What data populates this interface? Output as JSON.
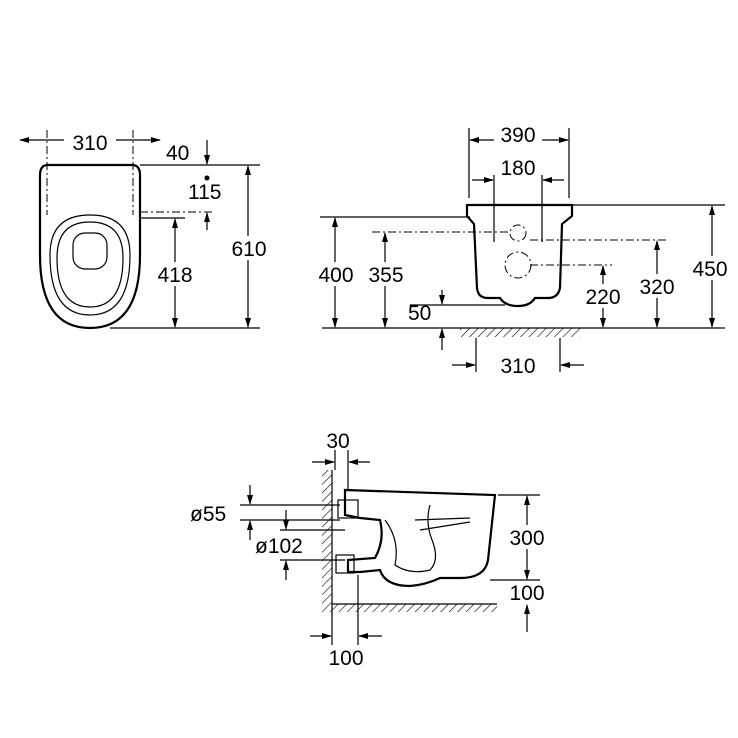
{
  "top_view": {
    "width": "310",
    "offset": "40",
    "bolt_distance": "115",
    "length": "610",
    "seat_distance": "418"
  },
  "front_view": {
    "width": "390",
    "bolt_spacing": "180",
    "height_left": "400",
    "inlet_height": "355",
    "floor_gap": "50",
    "waste_height": "220",
    "fixing_height": "320",
    "total_height": "450",
    "floor_width": "310"
  },
  "side_view": {
    "wall_gap": "30",
    "inlet_diameter": "ø55",
    "waste_diameter": "ø102",
    "bowl_height": "300",
    "floor_gap": "100",
    "wall_distance": "100"
  }
}
